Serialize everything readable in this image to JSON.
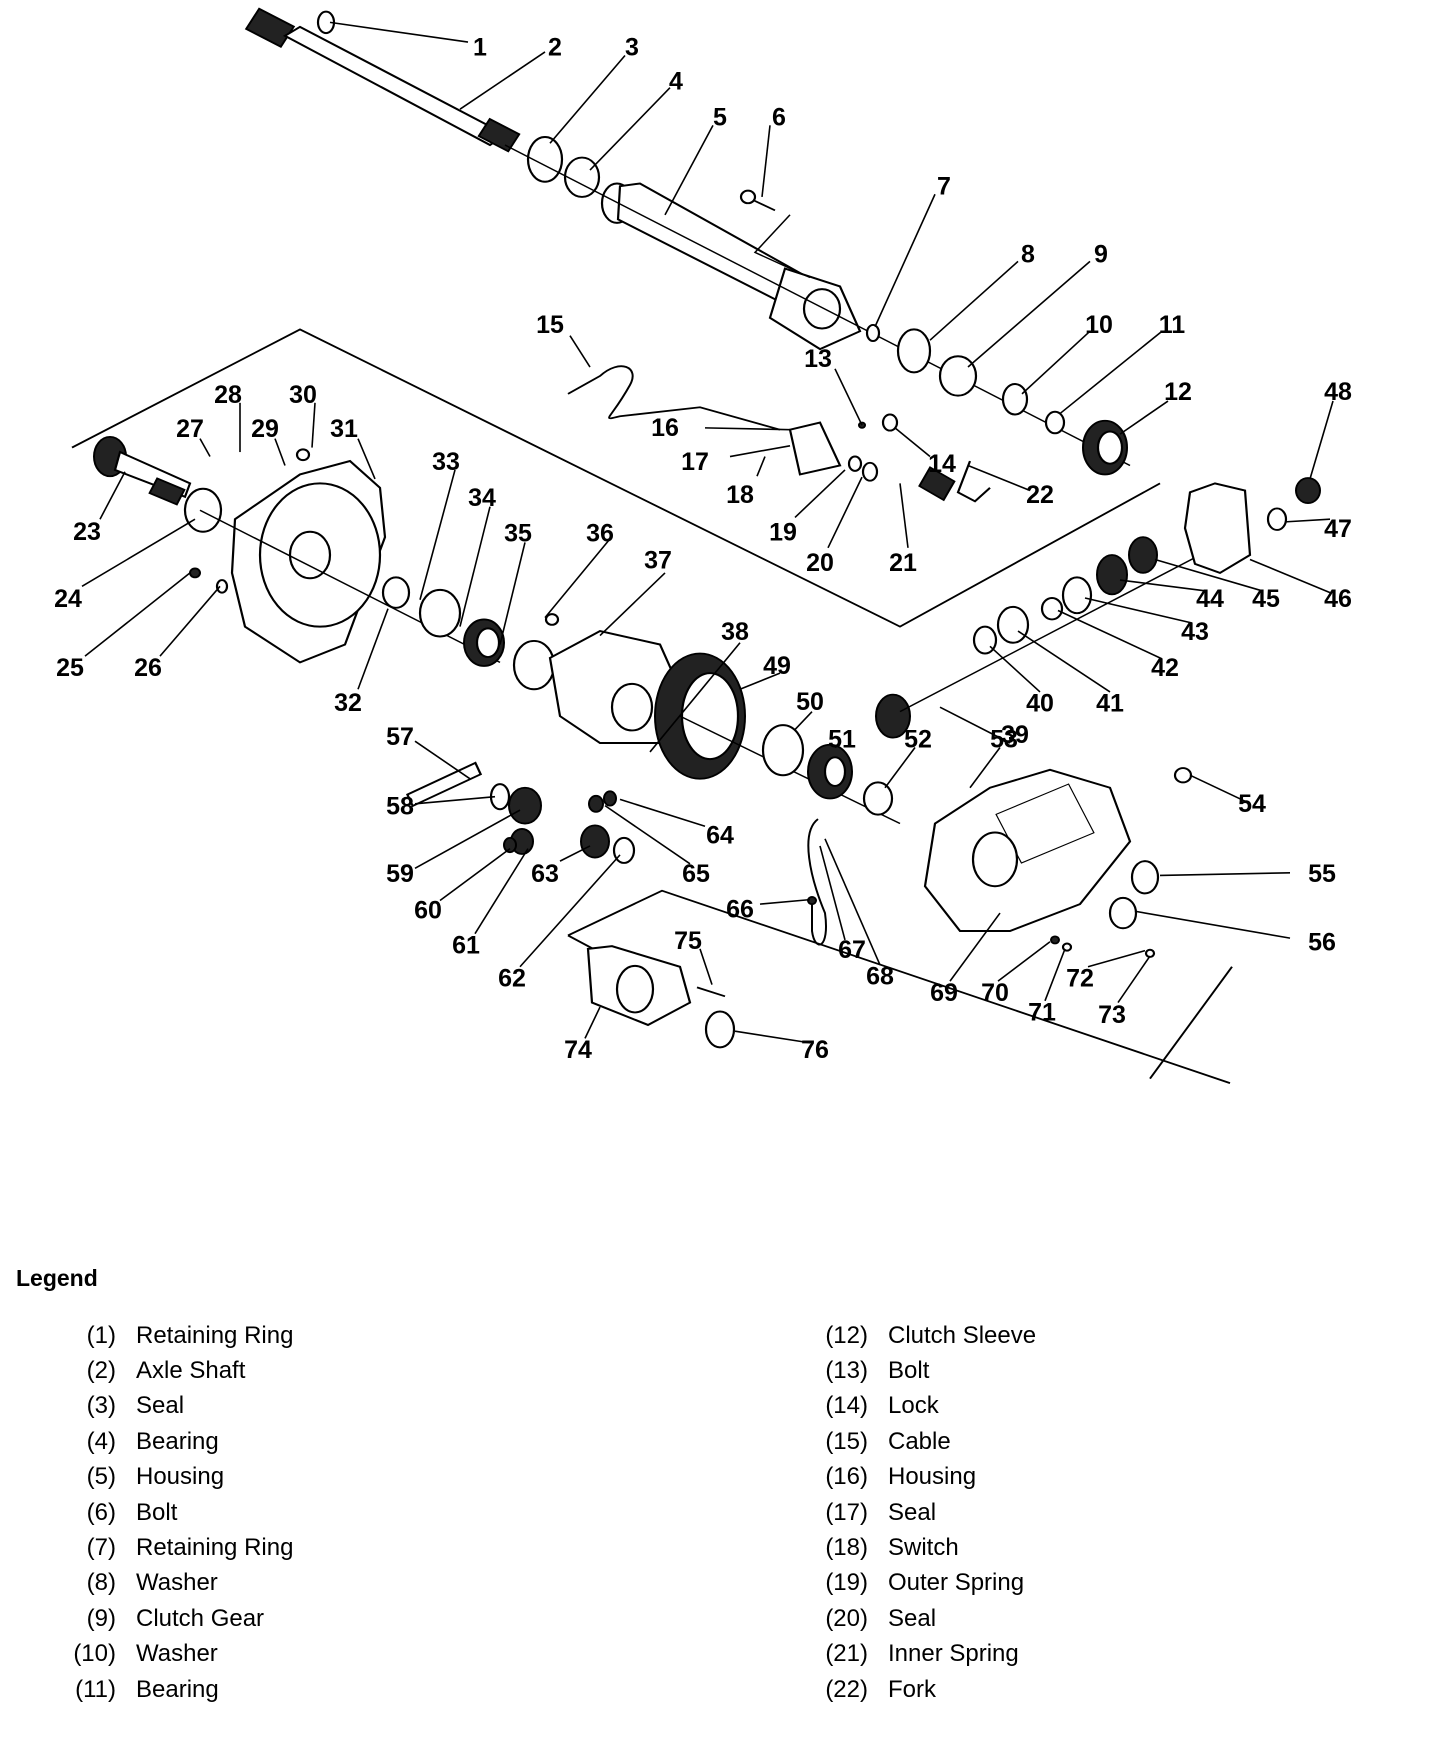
{
  "diagram": {
    "title": "Front Axle Exploded View",
    "callouts": [
      "1",
      "2",
      "3",
      "4",
      "5",
      "6",
      "7",
      "8",
      "9",
      "10",
      "11",
      "12",
      "13",
      "14",
      "15",
      "16",
      "17",
      "18",
      "19",
      "20",
      "21",
      "22",
      "23",
      "24",
      "25",
      "26",
      "27",
      "28",
      "29",
      "30",
      "31",
      "32",
      "33",
      "34",
      "35",
      "36",
      "37",
      "38",
      "39",
      "40",
      "41",
      "42",
      "43",
      "44",
      "45",
      "46",
      "47",
      "48",
      "49",
      "50",
      "51",
      "52",
      "53",
      "54",
      "55",
      "56",
      "57",
      "58",
      "59",
      "60",
      "61",
      "62",
      "63",
      "64",
      "65",
      "66",
      "67",
      "68",
      "69",
      "70",
      "71",
      "72",
      "73",
      "74",
      "75",
      "76"
    ]
  },
  "legend": {
    "title": "Legend",
    "left": [
      {
        "num": "(1)",
        "name": "Retaining Ring"
      },
      {
        "num": "(2)",
        "name": "Axle Shaft"
      },
      {
        "num": "(3)",
        "name": "Seal"
      },
      {
        "num": "(4)",
        "name": "Bearing"
      },
      {
        "num": "(5)",
        "name": "Housing"
      },
      {
        "num": "(6)",
        "name": "Bolt"
      },
      {
        "num": "(7)",
        "name": "Retaining Ring"
      },
      {
        "num": "(8)",
        "name": "Washer"
      },
      {
        "num": "(9)",
        "name": "Clutch Gear"
      },
      {
        "num": "(10)",
        "name": "Washer"
      },
      {
        "num": "(11)",
        "name": "Bearing"
      }
    ],
    "right": [
      {
        "num": "(12)",
        "name": "Clutch Sleeve"
      },
      {
        "num": "(13)",
        "name": "Bolt"
      },
      {
        "num": "(14)",
        "name": "Lock"
      },
      {
        "num": "(15)",
        "name": "Cable"
      },
      {
        "num": "(16)",
        "name": "Housing"
      },
      {
        "num": "(17)",
        "name": "Seal"
      },
      {
        "num": "(18)",
        "name": "Switch"
      },
      {
        "num": "(19)",
        "name": "Outer Spring"
      },
      {
        "num": "(20)",
        "name": "Seal"
      },
      {
        "num": "(21)",
        "name": "Inner Spring"
      },
      {
        "num": "(22)",
        "name": "Fork"
      }
    ]
  }
}
